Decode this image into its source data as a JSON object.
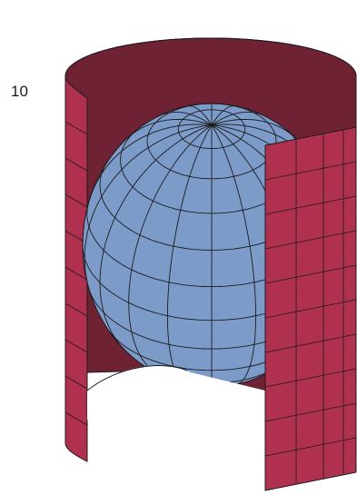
{
  "figure": {
    "number_label": "10"
  },
  "colors": {
    "cylinder_outer": "#b0304f",
    "cylinder_inner": "#6e2233",
    "globe_fill": "#7c9bc9",
    "grid_lines": "#1c1c1c",
    "background": "#ffffff"
  },
  "graticule": {
    "parallel_spacing_deg": 15,
    "meridian_spacing_deg": 20
  }
}
